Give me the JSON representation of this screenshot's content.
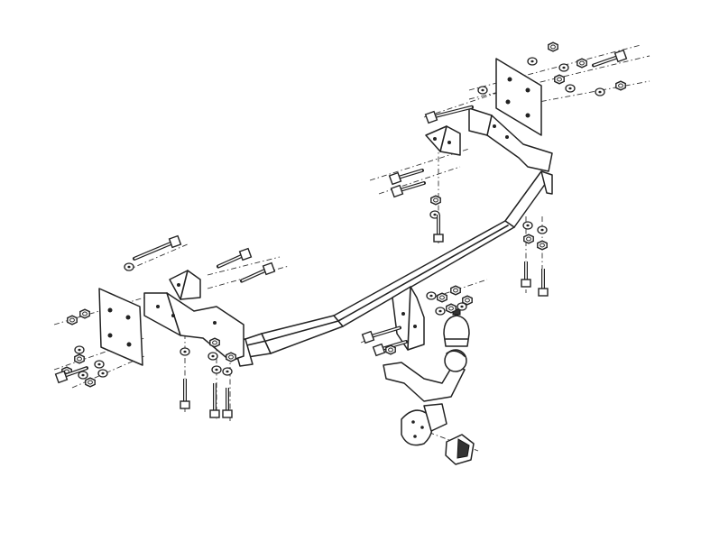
{
  "diagram": {
    "subject": "tow-bar-assembly",
    "components": [
      {
        "id": "cross-beam",
        "icon": "cross-beam"
      },
      {
        "id": "left-mount-plate",
        "icon": "mount-plate"
      },
      {
        "id": "right-mount-plate",
        "icon": "mount-plate"
      },
      {
        "id": "left-bracket",
        "icon": "angle-bracket"
      },
      {
        "id": "right-bracket",
        "icon": "angle-bracket"
      },
      {
        "id": "tow-ball-neck",
        "icon": "tow-ball"
      },
      {
        "id": "socket-plate",
        "icon": "socket-plate"
      },
      {
        "id": "electrical-socket",
        "icon": "connector"
      },
      {
        "id": "ball-cover-cap",
        "icon": "cap"
      }
    ],
    "colors": {
      "line": "#222222",
      "background": "#ffffff"
    }
  }
}
